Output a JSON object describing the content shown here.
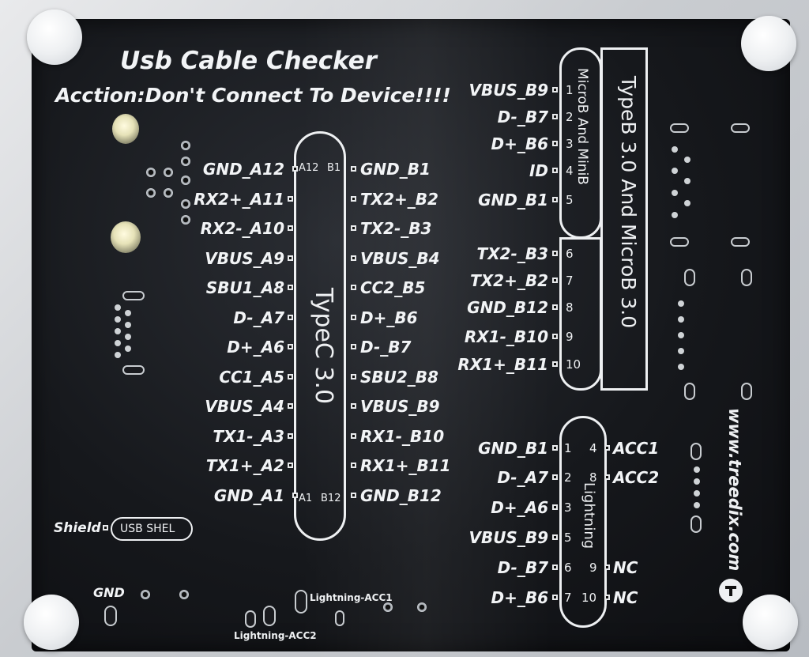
{
  "board": {
    "title": "Usb Cable Checker",
    "warning": "Acction:Don't Connect To Device!!!!",
    "website": "www.treedix.com"
  },
  "typec": {
    "name": "TypeC 3.0",
    "top_left_pad": "A12",
    "top_right_pad": "B1",
    "bottom_left_pad": "A1",
    "bottom_right_pad": "B12",
    "left_pins": [
      "GND_A12",
      "RX2+_A11",
      "RX2-_A10",
      "VBUS_A9",
      "SBU1_A8",
      "D-_A7",
      "D+_A6",
      "CC1_A5",
      "VBUS_A4",
      "TX1-_A3",
      "TX1+_A2",
      "GND_A1"
    ],
    "right_pins": [
      "GND_B1",
      "TX2+_B2",
      "TX2-_B3",
      "VBUS_B4",
      "CC2_B5",
      "D+_B6",
      "D-_B7",
      "SBU2_B8",
      "VBUS_B9",
      "RX1-_B10",
      "RX1+_B11",
      "GND_B12"
    ]
  },
  "microb": {
    "inner_name": "MicroB And MiniB",
    "outer_name": "TypeB 3.0 And MicroB 3.0",
    "pins": [
      {
        "label": "VBUS_B9",
        "num": "1"
      },
      {
        "label": "D-_B7",
        "num": "2"
      },
      {
        "label": "D+_B6",
        "num": "3"
      },
      {
        "label": "ID",
        "num": "4"
      },
      {
        "label": "GND_B1",
        "num": "5"
      },
      {
        "label": "TX2-_B3",
        "num": "6"
      },
      {
        "label": "TX2+_B2",
        "num": "7"
      },
      {
        "label": "GND_B12",
        "num": "8"
      },
      {
        "label": "RX1-_B10",
        "num": "9"
      },
      {
        "label": "RX1+_B11",
        "num": "10"
      }
    ]
  },
  "lightning": {
    "name": "Lightning",
    "left_pins": [
      {
        "label": "GND_B1",
        "num": "1"
      },
      {
        "label": "D-_A7",
        "num": "2"
      },
      {
        "label": "D+_A6",
        "num": "3"
      },
      {
        "label": "VBUS_B9",
        "num": "5"
      },
      {
        "label": "D-_B7",
        "num": "6"
      },
      {
        "label": "D+_B6",
        "num": "7"
      }
    ],
    "right_pins": [
      {
        "label": "ACC1",
        "num": "4"
      },
      {
        "label": "ACC2",
        "num": "8"
      },
      {
        "label": "NC",
        "num": "9"
      },
      {
        "label": "NC",
        "num": "10"
      }
    ]
  },
  "shield": {
    "label": "Shield",
    "pad": "USB SHEL"
  },
  "gnd_label": "GND",
  "lightning_acc1": "Lightning-ACC1",
  "lightning_acc2": "Lightning-ACC2",
  "colors": {
    "board": "#16181c",
    "silkscreen": "#eef0f2",
    "frame": "#c9ccd0"
  }
}
